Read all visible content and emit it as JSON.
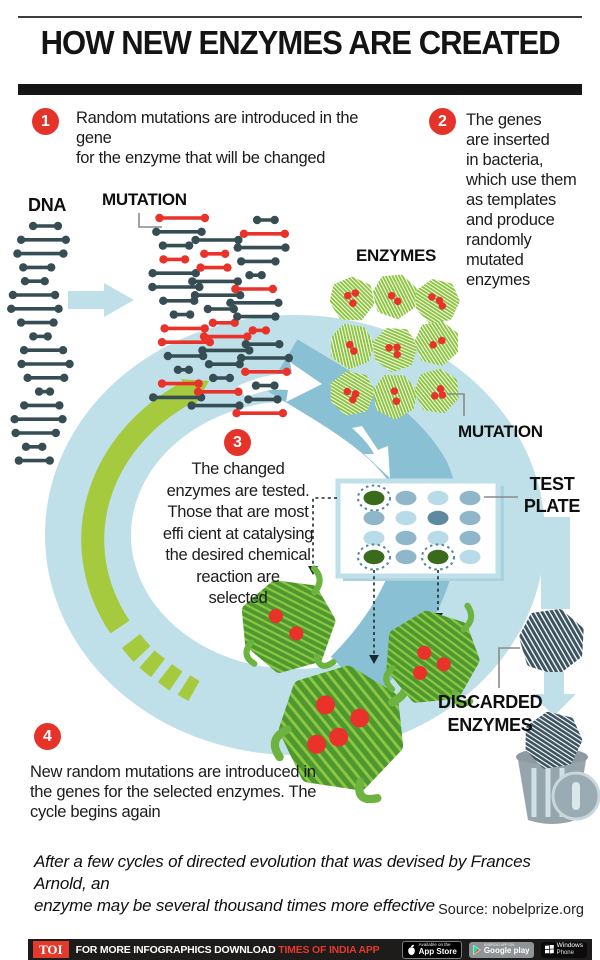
{
  "title": "HOW NEW ENZYMES ARE CREATED",
  "steps": [
    {
      "number": "1",
      "text": "Random mutations are introduced in the gene\nfor the enzyme that will be changed"
    },
    {
      "number": "2",
      "text": "The genes\nare inserted\nin bacteria,\nwhich use them\nas templates\nand produce\nrandomly\nmutated\nenzymes"
    },
    {
      "number": "3",
      "text": "The changed\nenzymes are tested.\nThose that are most\neffi cient at catalysing\nthe desired chemical\nreaction are\nselected"
    },
    {
      "number": "4",
      "text": "New random mutations are introduced in\nthe genes for the selected enzymes. The\ncycle begins again"
    }
  ],
  "labels": {
    "dna": "DNA",
    "mutation_dna": "MUTATION",
    "enzymes": "ENZYMES",
    "mutation_enzyme": "MUTATION",
    "test_plate": "TEST\nPLATE",
    "discarded_enzymes": "DISCARDED\nENZYMES"
  },
  "test_plate": {
    "wells": [
      [
        "selected",
        "steel",
        "light",
        "steel"
      ],
      [
        "steel",
        "light",
        "dark",
        "steel"
      ],
      [
        "light",
        "steel",
        "light",
        "steel"
      ],
      [
        "selected",
        "steel",
        "selected",
        "light"
      ]
    ]
  },
  "footer": {
    "note": "After a few cycles of directed evolution that was devised by Frances Arnold, an\nenzyme may be several thousand times more effective",
    "source": "Source: nobelprize.org"
  },
  "bottom_bar": {
    "logo": "TOI",
    "message_white": "FOR MORE  INFOGRAPHICS DOWNLOAD ",
    "message_red": "TIMES OF INDIA  APP",
    "badges": {
      "app_store": {
        "line1": "Available on the",
        "line2": "App Store"
      },
      "google_play": {
        "line1": "ANDROID APP ON",
        "line2": "Google play"
      },
      "windows": {
        "line1": "Windows",
        "line2": "Phone"
      }
    }
  },
  "colors": {
    "accent_red": "#e5332a",
    "ring_blue": "#bfe0e9",
    "band_blue": "#89c0d3",
    "arrow_green": "#a5ca3d",
    "enzyme_green": "#8dc63e",
    "enzyme_dark_green": "#4e9831",
    "dna_slate": "#374d54",
    "mutation_red": "#e8322a",
    "well_light": "#b7dbe7",
    "well_steel": "#8fb7c9",
    "well_dark": "#5d8aa0",
    "well_selected": "#3a6b1c"
  }
}
